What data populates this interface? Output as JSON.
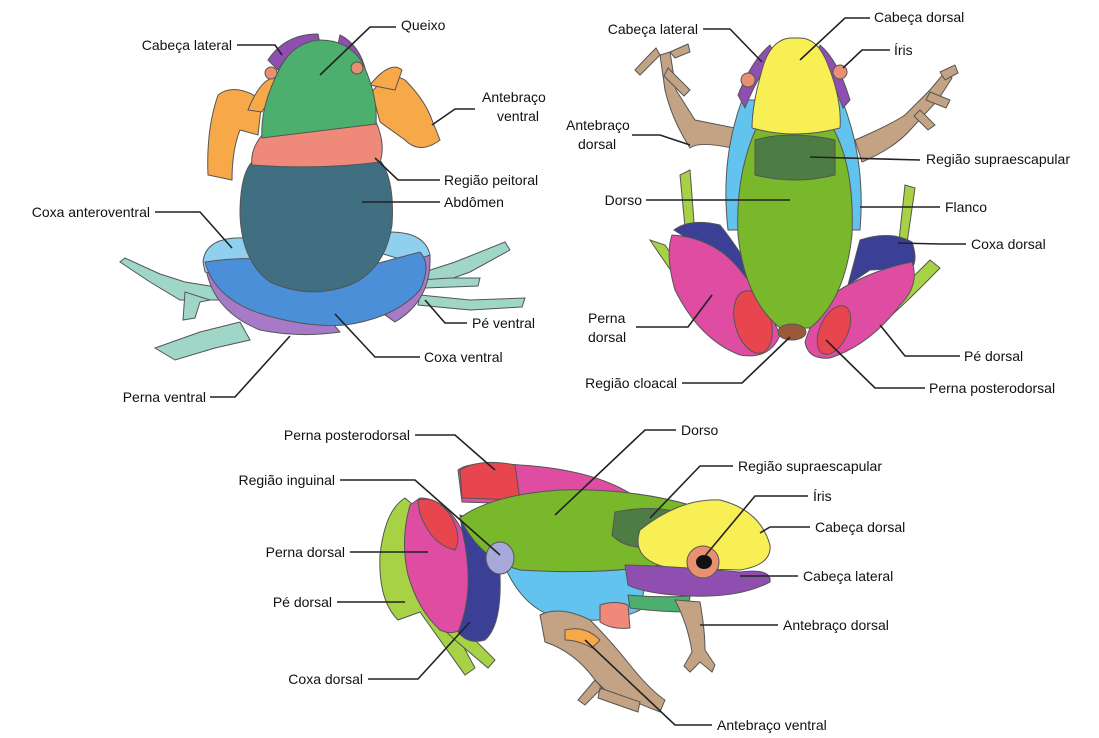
{
  "colors": {
    "queixo": "#4caf6e",
    "peitoral": "#ef8a7a",
    "abdomen": "#3f6f80",
    "coxa_anteroventral": "#8fd0ee",
    "coxa_ventral": "#4a8fd8",
    "perna_ventral": "#a77ac8",
    "pe_ventral": "#9fd6c8",
    "antebraco_ventral": "#f7a94a",
    "cabeca_lateral": "#8e4fb0",
    "cabeca_dorsal": "#f8ef55",
    "iris": "#e89070",
    "antebraco_dorsal": "#c4a384",
    "supraescapular": "#4e7c45",
    "dorso": "#79b82a",
    "flanco": "#62c4ee",
    "coxa_dorsal": "#3b3f96",
    "perna_dorsal": "#de4da2",
    "perna_posterodorsal": "#e8464f",
    "regiao_cloacal": "#9a5a3a",
    "pe_dorsal": "#a7d246",
    "regiao_inguinal": "#a7a9db"
  },
  "views": {
    "ventral": {
      "cabeca_lateral": "Cabeça lateral",
      "queixo": "Queixo",
      "antebraco_ventral_l1": "Antebraço",
      "antebraco_ventral_l2": "ventral",
      "regiao_peitoral": "Região peitoral",
      "abdomen": "Abdômen",
      "coxa_anteroventral": "Coxa anteroventral",
      "pe_ventral": "Pé ventral",
      "coxa_ventral": "Coxa ventral",
      "perna_ventral": "Perna ventral"
    },
    "dorsal": {
      "cabeca_lateral": "Cabeça lateral",
      "cabeca_dorsal": "Cabeça dorsal",
      "iris": "Íris",
      "antebraco_dorsal_l1": "Antebraço",
      "antebraco_dorsal_l2": "dorsal",
      "regiao_supraescapular": "Região supraescapular",
      "dorso": "Dorso",
      "flanco": "Flanco",
      "coxa_dorsal": "Coxa dorsal",
      "perna_dorsal_l1": "Perna",
      "perna_dorsal_l2": "dorsal",
      "pe_dorsal": "Pé dorsal",
      "regiao_cloacal": "Região cloacal",
      "perna_posterodorsal": "Perna  posterodorsal"
    },
    "lateral": {
      "perna_posterodorsal": "Perna  posterodorsal",
      "dorso": "Dorso",
      "regiao_inguinal": "Região inguinal",
      "regiao_supraescapular": "Região supraescapular",
      "iris": "Íris",
      "cabeca_dorsal": "Cabeça dorsal",
      "perna_dorsal": "Perna dorsal",
      "cabeca_lateral": "Cabeça lateral",
      "pe_dorsal": "Pé dorsal",
      "antebraco_dorsal": "Antebraço dorsal",
      "coxa_dorsal": "Coxa dorsal",
      "antebraco_ventral": "Antebraço ventral"
    }
  }
}
